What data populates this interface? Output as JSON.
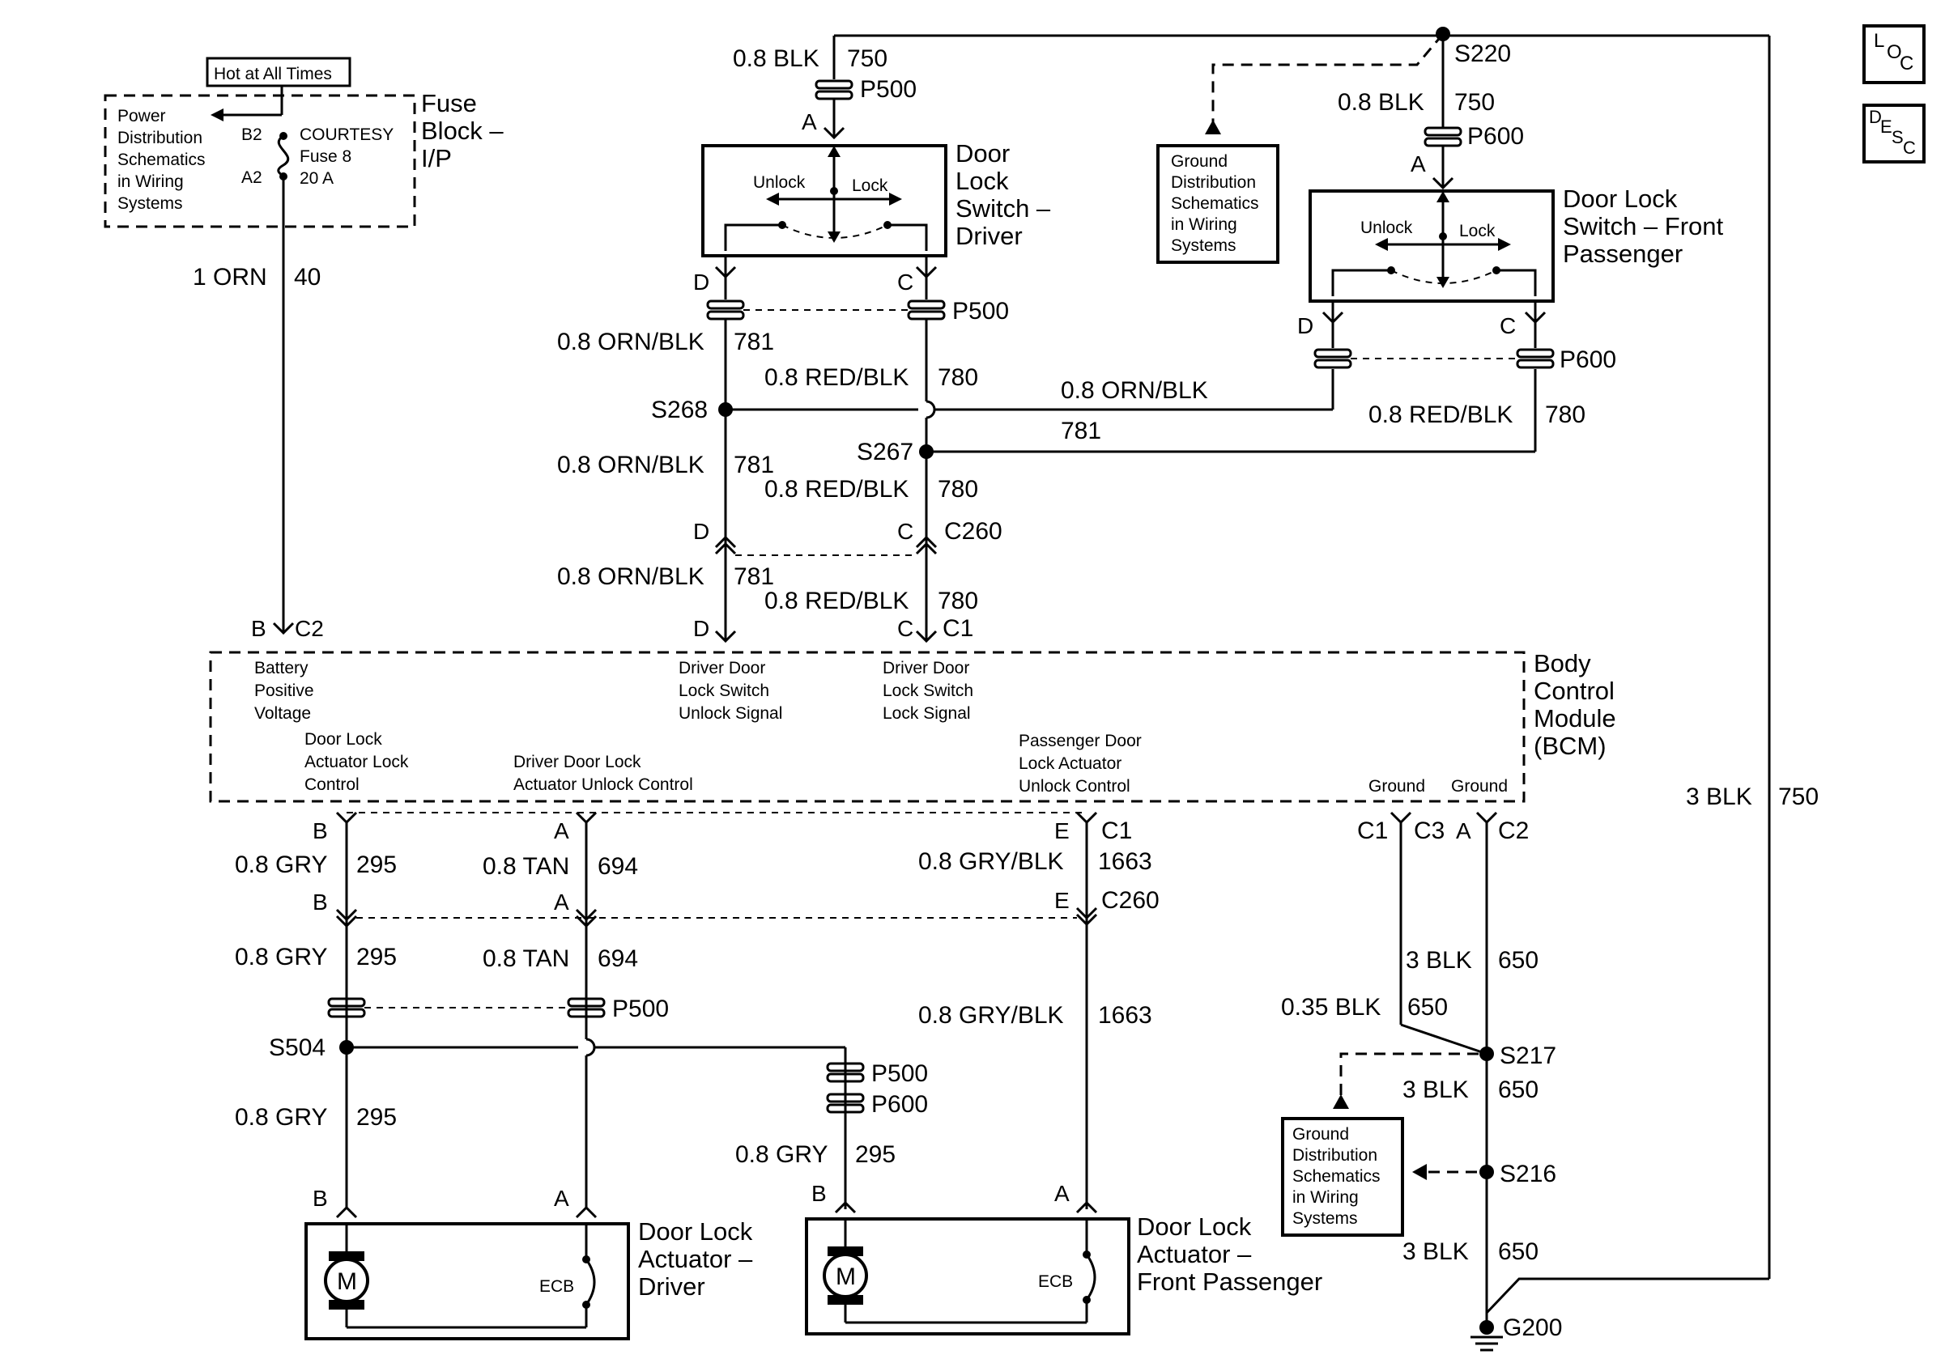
{
  "fuse_block": {
    "title": [
      "Fuse",
      "Block –",
      "I/P"
    ],
    "hot_label": "Hot at All Times",
    "power_dist": [
      "Power",
      "Distribution",
      "Schematics",
      "in Wiring",
      "Systems"
    ],
    "pin_b2": "B2",
    "pin_a2": "A2",
    "fuse_name": [
      "COURTESY",
      "Fuse 8",
      "20 A"
    ]
  },
  "wires": {
    "w_1orn": "1 ORN",
    "c_40": "40",
    "w_08blk": "0.8 BLK",
    "c_750": "750",
    "w_3blk": "3 BLK",
    "w_08ornblk": "0.8 ORN/BLK",
    "c_781": "781",
    "w_08redblk": "0.8 RED/BLK",
    "c_780": "780",
    "w_08gry": "0.8 GRY",
    "c_295": "295",
    "w_08tan": "0.8 TAN",
    "c_694": "694",
    "w_08gryblk": "0.8 GRY/BLK",
    "c_1663": "1663",
    "c_650": "650",
    "w_035blk": "0.35 BLK"
  },
  "connectors": {
    "p500": "P500",
    "p600": "P600",
    "c260": "C260",
    "c1": "C1",
    "c2": "C2",
    "c3": "C3",
    "a": "A",
    "b": "B",
    "c": "C",
    "d": "D",
    "e": "E"
  },
  "splices": {
    "s220": "S220",
    "s268": "S268",
    "s267": "S267",
    "s504": "S504",
    "s217": "S217",
    "s216": "S216",
    "g200": "G200"
  },
  "switch_driver": {
    "title": [
      "Door",
      "Lock",
      "Switch –",
      "Driver"
    ],
    "unlock": "Unlock",
    "lock": "Lock"
  },
  "switch_pass": {
    "title": [
      "Door Lock",
      "Switch – Front",
      "Passenger"
    ],
    "unlock": "Unlock",
    "lock": "Lock"
  },
  "ground_dist": [
    "Ground",
    "Distribution",
    "Schematics",
    "in Wiring",
    "Systems"
  ],
  "bcm": {
    "title": [
      "Body",
      "Control",
      "Module",
      "(BCM)"
    ],
    "battery": [
      "Battery",
      "Positive",
      "Voltage"
    ],
    "drv_unlock_sig": [
      "Driver Door",
      "Lock Switch",
      "Unlock Signal"
    ],
    "drv_lock_sig": [
      "Driver Door",
      "Lock Switch",
      "Lock Signal"
    ],
    "act_lock": [
      "Door Lock",
      "Actuator Lock",
      "Control"
    ],
    "drv_act_unlock": [
      "Driver Door Lock",
      "Actuator Unlock Control"
    ],
    "pass_act_unlock": [
      "Passenger Door",
      "Lock Actuator",
      "Unlock Control"
    ],
    "ground": "Ground"
  },
  "actuator_driver": {
    "title": [
      "Door Lock",
      "Actuator –",
      "Driver"
    ],
    "motor": "M",
    "ecb": "ECB"
  },
  "actuator_pass": {
    "title": [
      "Door Lock",
      "Actuator –",
      "Front Passenger"
    ],
    "motor": "M",
    "ecb": "ECB"
  },
  "side_buttons": {
    "loc": [
      "L",
      "O",
      "C"
    ],
    "desc": [
      "D",
      "E",
      "S",
      "C"
    ]
  }
}
